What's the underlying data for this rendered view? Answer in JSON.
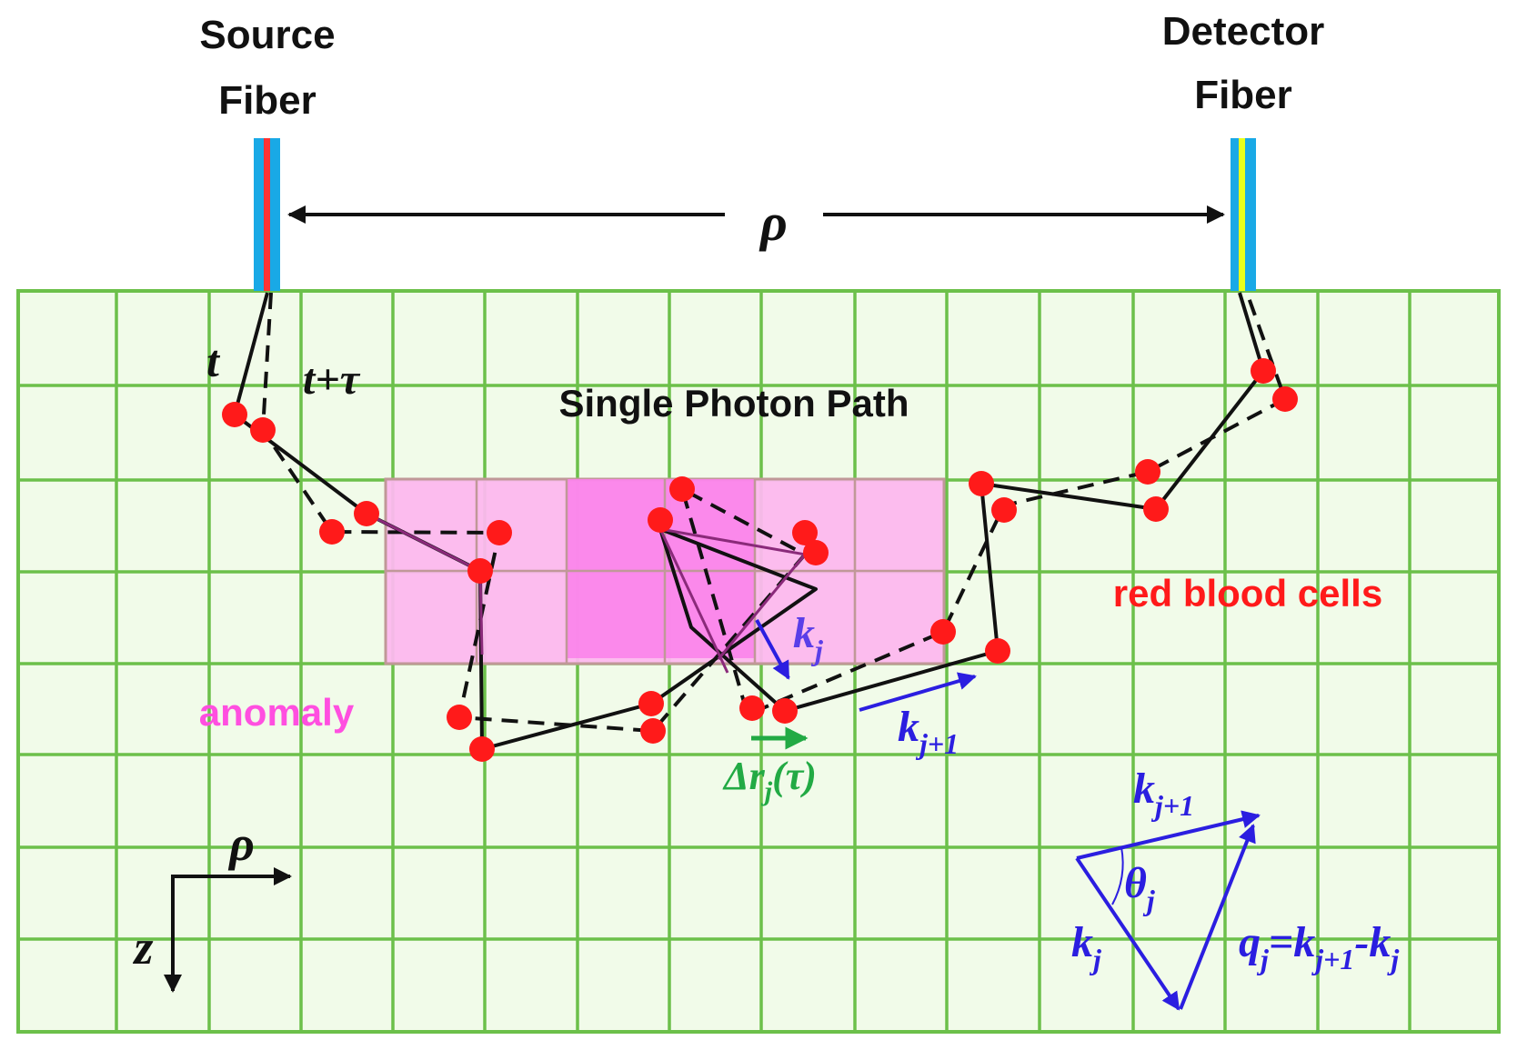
{
  "labels": {
    "source_line1": "Source",
    "source_line2": "Fiber",
    "detector_line1": "Detector",
    "detector_line2": "Fiber",
    "rho_top": "ρ",
    "rho_axis": "ρ",
    "z_axis": "z",
    "t": "t",
    "t_tau": "t+τ",
    "path_title": "Single Photon Path",
    "rbc": "red blood cells",
    "anomaly": "anomaly",
    "kj_mid": {
      "base": "k",
      "sub": "j"
    },
    "kj1_mid": {
      "base": "k",
      "sub": "j+1"
    },
    "delta_r": {
      "pre": "Δr",
      "sub": "j",
      "post": "(τ)"
    },
    "kj1_tri": {
      "base": "k",
      "sub": "j+1"
    },
    "theta": {
      "base": "θ",
      "sub": "j"
    },
    "kj_tri": {
      "base": "k",
      "sub": "j"
    },
    "q_eq": {
      "q": "q",
      "qsub": "j",
      "eq": "=",
      "k1": "k",
      "k1sub": "j+1",
      "minus": "-",
      "k2": "k",
      "k2sub": "j"
    }
  },
  "colors": {
    "grid_line": "#6cc04a",
    "grid_fill": "#f1fbe9",
    "anomaly_light": "#fcb8ee",
    "anomaly_dark": "#fb83ea",
    "rbc": "#ff1a1a",
    "path": "#111111",
    "vector": "#2b1ee0",
    "delta_r": "#22aa44",
    "anomaly_text": "#ff4fe0",
    "rbc_text": "#ff1a1a",
    "source_fiber": [
      "#19a9e6",
      "#ff3333"
    ],
    "detector_fiber": [
      "#19a9e6",
      "#e8ff1a"
    ]
  }
}
